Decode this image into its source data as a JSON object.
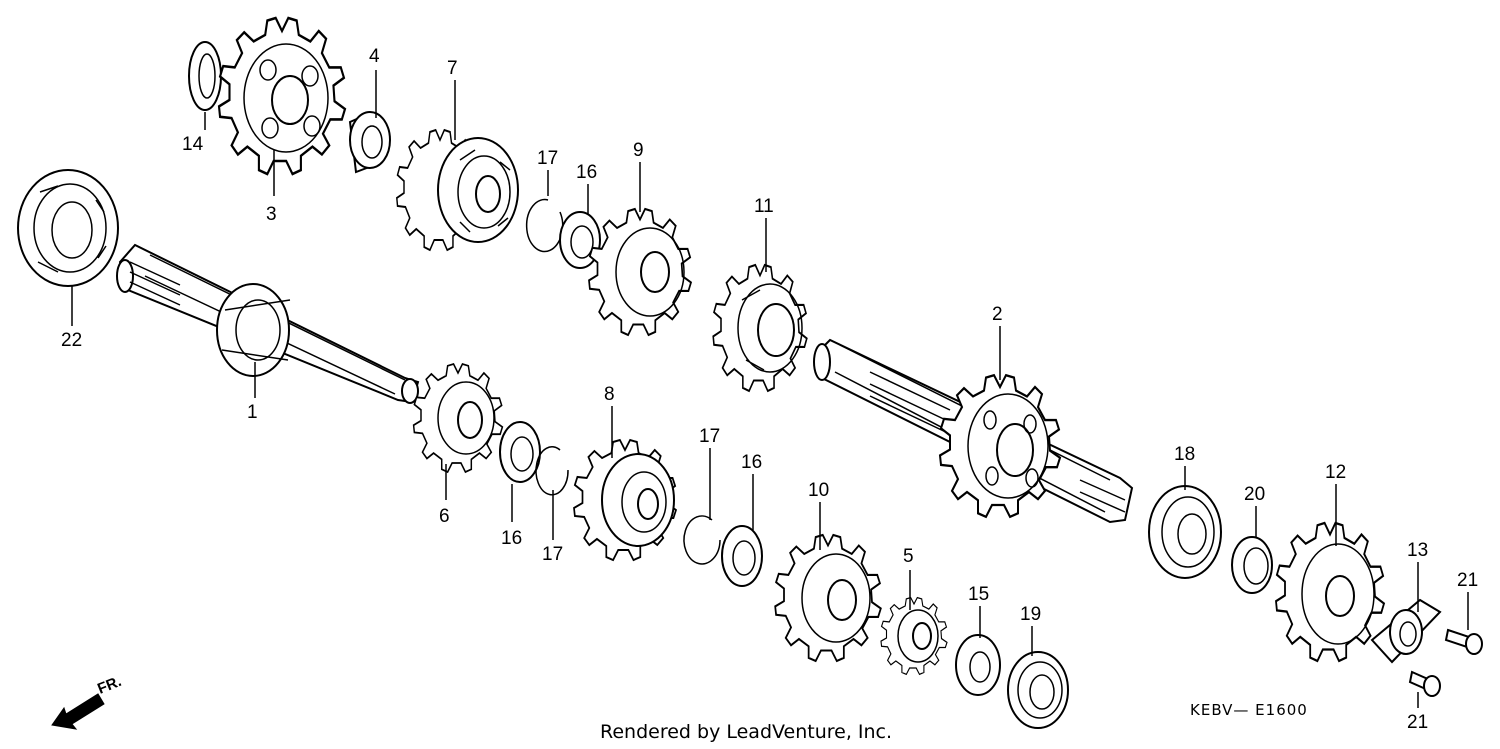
{
  "diagram": {
    "credit": "Rendered by LeadVenture, Inc.",
    "code": "KEBV— E1600",
    "front_marker": "FR.",
    "callouts": {
      "c1": "1",
      "c2": "2",
      "c3": "3",
      "c4": "4",
      "c5": "5",
      "c6": "6",
      "c7": "7",
      "c8": "8",
      "c9": "9",
      "c10": "10",
      "c11": "11",
      "c12": "12",
      "c13": "13",
      "c14": "14",
      "c15": "15",
      "c16a": "16",
      "c16b": "16",
      "c16c": "16",
      "c17a": "17",
      "c17b": "17",
      "c17c": "17",
      "c18": "18",
      "c19": "19",
      "c20": "20",
      "c21a": "21",
      "c21b": "21",
      "c22": "22"
    }
  }
}
